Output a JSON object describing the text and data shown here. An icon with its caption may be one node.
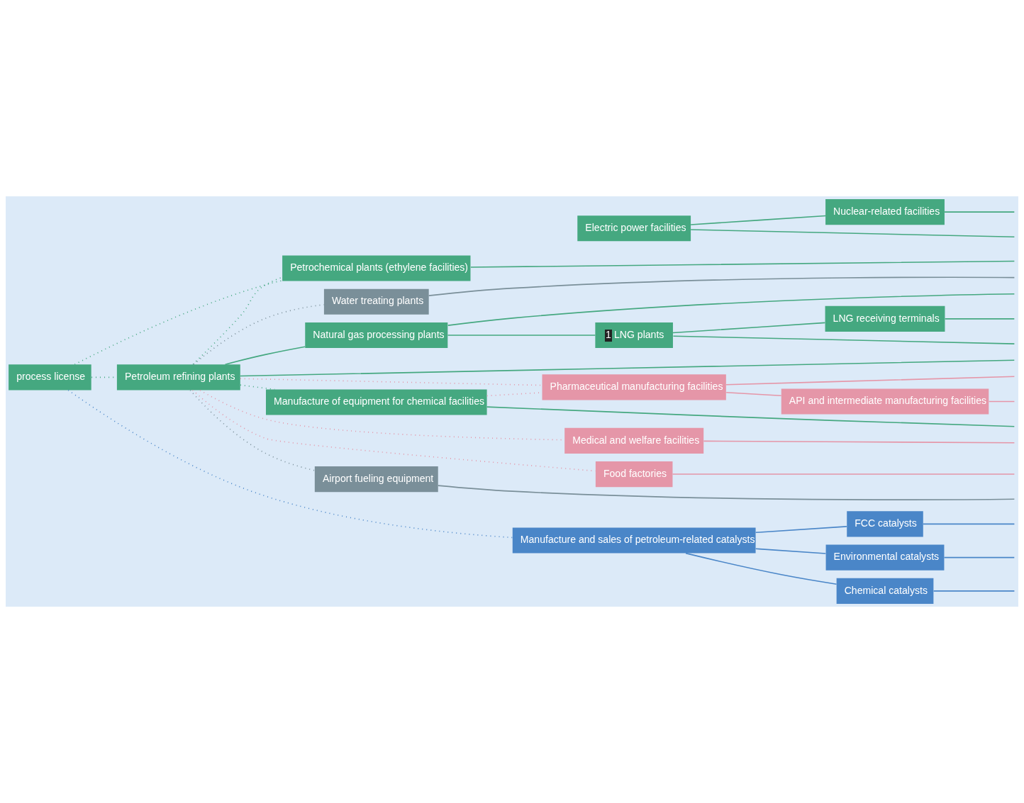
{
  "diagram": {
    "nodes": [
      {
        "text": [
          "process license"
        ]
      },
      {
        "text": [
          "Petroleum refining plants"
        ]
      },
      {
        "text": [
          "Natural gas processing plants"
        ]
      },
      {
        "text": [
          "1",
          "LNG plants"
        ]
      },
      {
        "text": [
          "LNG receiving terminals"
        ]
      },
      {
        "text": [
          "Petrochemical plants (ethylene facilities)"
        ]
      },
      {
        "text": [
          "Manufacture of equipment for chemical facilities"
        ]
      },
      {
        "text": [
          "Electric power facilities"
        ]
      },
      {
        "text": [
          "Nuclear-related facilities"
        ]
      },
      {
        "text": [
          "Manufacture and sales of petroleum-related catalysts"
        ]
      },
      {
        "text": [
          "FCC catalysts"
        ]
      },
      {
        "text": [
          "Environmental catalysts"
        ]
      },
      {
        "text": [
          "Chemical catalysts"
        ]
      },
      {
        "text": [
          "Pharmaceutical manufacturing facilities"
        ]
      },
      {
        "text": [
          "API and intermediate manufacturing facilities"
        ]
      },
      {
        "text": [
          "Medical and welfare facilities"
        ]
      },
      {
        "text": [
          "Food factories"
        ]
      },
      {
        "text": [
          "Airport fueling equipment"
        ]
      },
      {
        "text": [
          "Water treating plants"
        ]
      }
    ],
    "edges": [
      {
        "from": 0,
        "to": 1,
        "arrow": "none",
        "style": "dashed"
      },
      {
        "from": 0,
        "to": 5,
        "arrow": "none",
        "style": "dashed"
      },
      {
        "from": 0,
        "to": 9,
        "arrow": "none",
        "style": "dashed",
        "color": "#4a86c8"
      },
      {
        "from": 1,
        "to": 2,
        "arrow": "none"
      },
      {
        "from": 2,
        "to": 3,
        "arrow": "none"
      },
      {
        "from": 3,
        "to": 4,
        "arrow": "none"
      },
      {
        "from": 1,
        "to": 5,
        "arrow": "none",
        "style": "dashed"
      },
      {
        "from": 1,
        "to": 6,
        "arrow": "none",
        "style": "dashed"
      },
      {
        "from": 7,
        "to": 8,
        "arrow": "none"
      },
      {
        "from": 9,
        "to": 10,
        "arrow": "none",
        "color": "#4a86c8"
      },
      {
        "from": 9,
        "to": 11,
        "arrow": "none",
        "color": "#4a86c8"
      },
      {
        "from": 9,
        "to": 12,
        "arrow": "none",
        "color": "#4a86c8"
      },
      {
        "from": 1,
        "to": 13,
        "arrow": "none",
        "style": "dashed",
        "color": "#e596a8"
      },
      {
        "from": 6,
        "to": 13,
        "arrow": "none",
        "style": "dashed",
        "color": "#e596a8"
      },
      {
        "from": 13,
        "to": 14,
        "arrow": "none",
        "color": "#e596a8"
      },
      {
        "from": 1,
        "to": 15,
        "arrow": "none",
        "style": "dashed",
        "color": "#e596a8"
      },
      {
        "from": 1,
        "to": 16,
        "arrow": "none",
        "style": "dashed",
        "color": "#e596a8"
      },
      {
        "from": 1,
        "to": 17,
        "arrow": "none",
        "style": "dashed",
        "color": "#7a8f99"
      },
      {
        "from": 1,
        "to": 18,
        "arrow": "none",
        "style": "dashed",
        "color": "#7a8f99"
      },
      {
        "from": 1,
        "to": null,
        "arrow": "none"
      },
      {
        "from": 2,
        "to": null,
        "arrow": "none"
      },
      {
        "from": 3,
        "to": null,
        "arrow": "none"
      },
      {
        "from": 4,
        "to": null,
        "arrow": "none"
      },
      {
        "from": 5,
        "to": null,
        "arrow": "none"
      },
      {
        "from": 6,
        "to": null,
        "arrow": "none"
      },
      {
        "from": 7,
        "to": null,
        "arrow": "none"
      },
      {
        "from": 8,
        "to": null,
        "arrow": "none"
      },
      {
        "from": 10,
        "to": null,
        "arrow": "none",
        "color": "#4a86c8"
      },
      {
        "from": 11,
        "to": null,
        "arrow": "none",
        "color": "#4a86c8"
      },
      {
        "from": 12,
        "to": null,
        "arrow": "none",
        "color": "#4a86c8"
      },
      {
        "from": 13,
        "to": null,
        "arrow": "none",
        "color": "#e596a8"
      },
      {
        "from": 14,
        "to": null,
        "arrow": "none",
        "color": "#e596a8"
      },
      {
        "from": 15,
        "to": null,
        "arrow": "none",
        "color": "#e596a8"
      },
      {
        "from": 16,
        "to": null,
        "arrow": "none",
        "color": "#e596a8"
      },
      {
        "from": 17,
        "to": null,
        "arrow": "none",
        "color": "#7a8f99"
      },
      {
        "from": 18,
        "to": null,
        "arrow": "none",
        "color": "#7a8f99"
      }
    ]
  }
}
